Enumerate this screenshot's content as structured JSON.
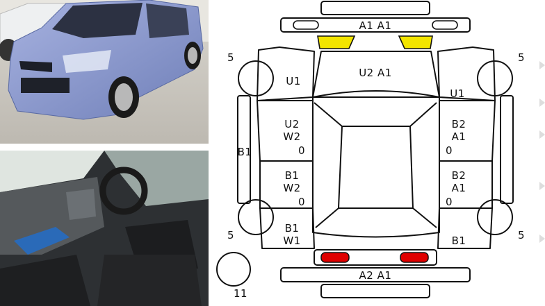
{
  "photos": {
    "exterior": "car-exterior-photo",
    "interior": "car-interior-photo"
  },
  "colors": {
    "scratch_highlight": "#f3e500",
    "dent_highlight": "#e00000",
    "line": "#111111"
  },
  "inspection_sheet": {
    "front_bumper": "A1   A1",
    "rear_bumper": "A2   A1",
    "hood": "U2   A1",
    "left_fender_top": "U1",
    "right_fender_top": "U1",
    "left_front_door": [
      "U2",
      "W2",
      "0"
    ],
    "left_rear_door": [
      "B1",
      "W2",
      "0"
    ],
    "left_rear_quarter": [
      "B1",
      "W1"
    ],
    "right_front_door": [
      "B2",
      "A1",
      "0"
    ],
    "right_rear_door": [
      "B2",
      "A1",
      "0"
    ],
    "right_rear_quarter": "B1",
    "left_sill": "B1",
    "wheel_front_left": "5",
    "wheel_front_right": "5",
    "wheel_rear_left": "5",
    "wheel_rear_right": "5",
    "spare_wheel": "11"
  }
}
